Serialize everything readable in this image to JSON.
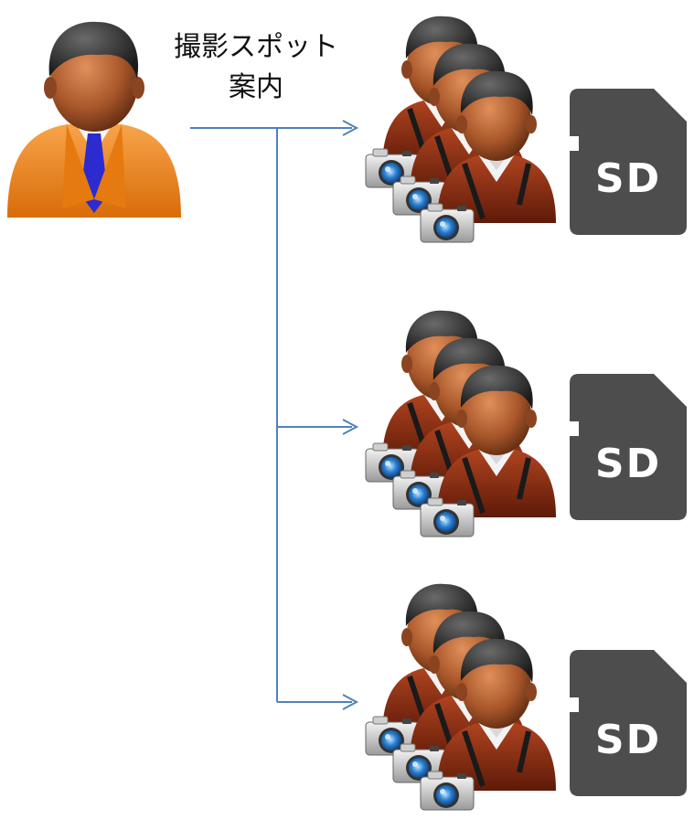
{
  "instruction": {
    "line1": "撮影スポット",
    "line2": "案内"
  },
  "sd_card": {
    "label": "SD",
    "color": "#4d4d4d"
  },
  "connector": {
    "color": "#4f81bd"
  },
  "guide": {
    "icon": "guide-person-icon",
    "suit_color": "#f28c1e",
    "tie_color": "#2b2bd0"
  },
  "photographer_groups": [
    {
      "icon": "photographer-group-icon",
      "members": 3,
      "card_icon": "sd-card-icon"
    },
    {
      "icon": "photographer-group-icon",
      "members": 3,
      "card_icon": "sd-card-icon"
    },
    {
      "icon": "photographer-group-icon",
      "members": 3,
      "card_icon": "sd-card-icon"
    }
  ]
}
